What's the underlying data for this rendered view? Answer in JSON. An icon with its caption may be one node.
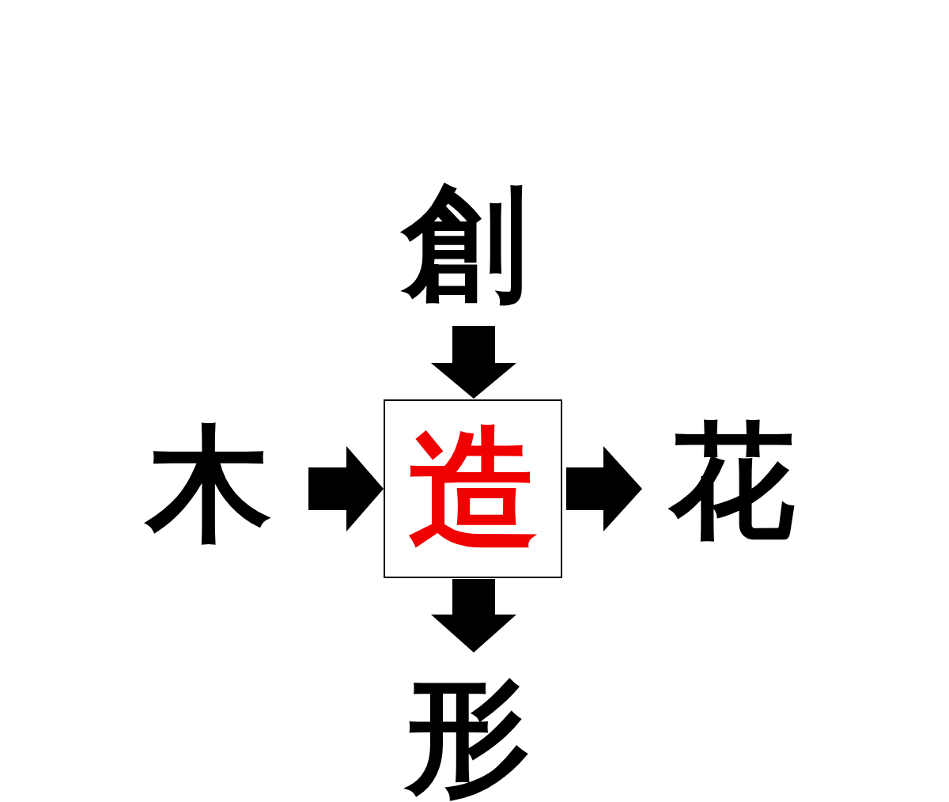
{
  "diagram": {
    "nodes": [
      {
        "text": [
          "創"
        ]
      },
      {
        "text": [
          "木"
        ]
      },
      {
        "text": [
          "造"
        ]
      },
      {
        "text": [
          "花"
        ]
      },
      {
        "text": [
          "形"
        ]
      }
    ],
    "edges": [
      {
        "from": 0,
        "to": 2,
        "arrow": "to"
      },
      {
        "from": 1,
        "to": 2,
        "arrow": "to"
      },
      {
        "from": 2,
        "to": 3,
        "arrow": "to"
      },
      {
        "from": 2,
        "to": 4,
        "arrow": "to"
      }
    ]
  }
}
